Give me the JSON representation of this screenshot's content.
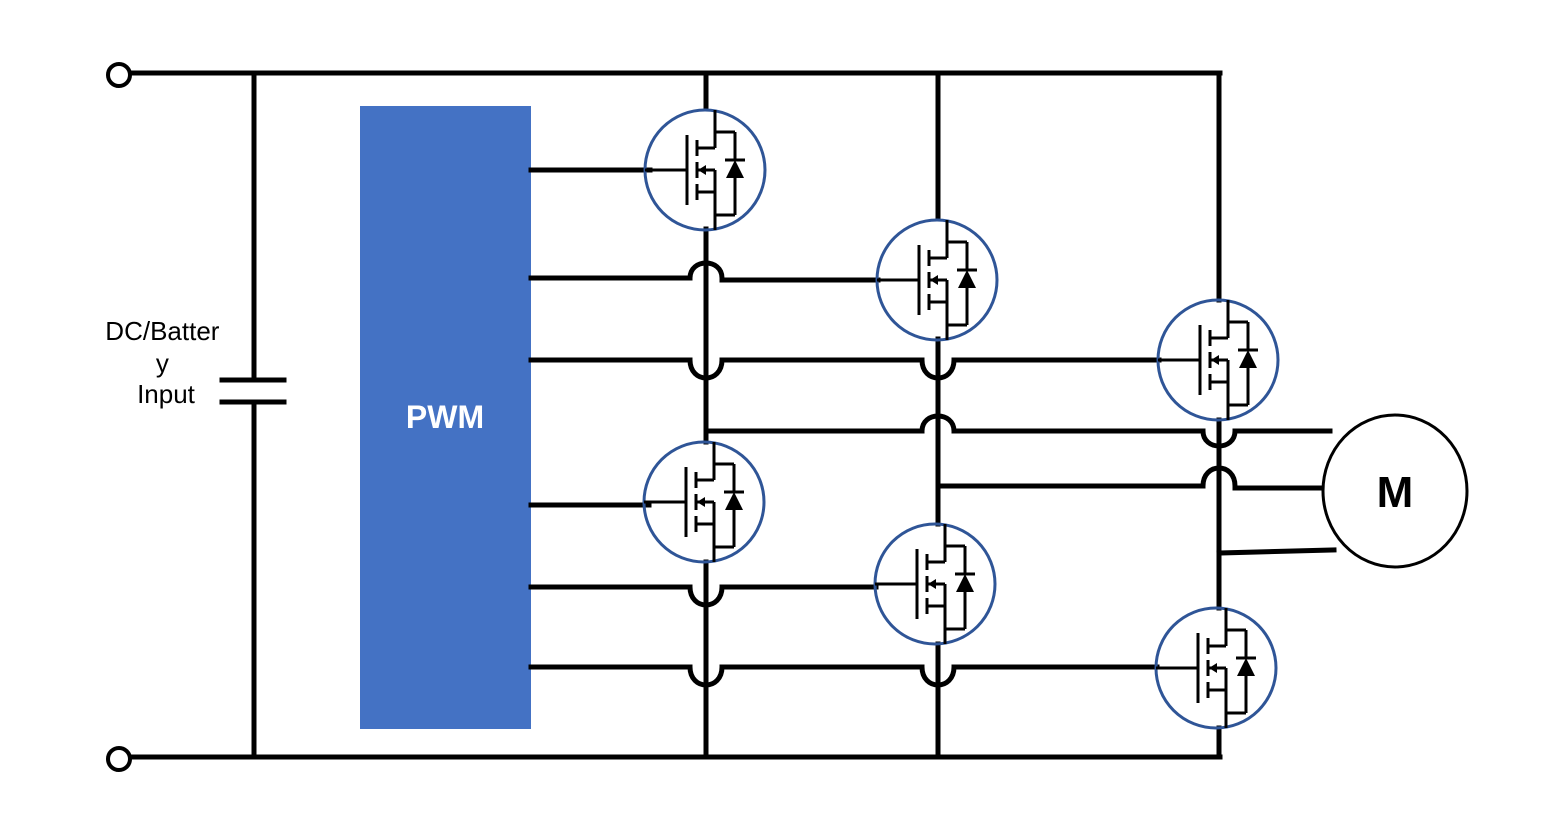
{
  "input_label": [
    "DC/Batter",
    "y",
    "Input"
  ],
  "pwm_label": "PWM",
  "motor_label": "M",
  "colors": {
    "pwm_block": "#4472C4",
    "mosfet_ring": "#2F5597",
    "wire": "#000000"
  }
}
